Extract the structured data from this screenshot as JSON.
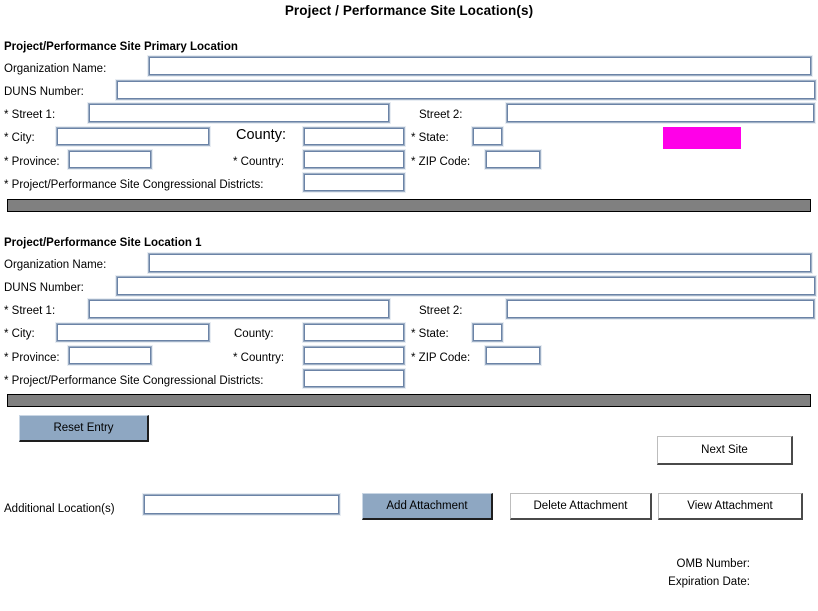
{
  "form": {
    "title": "Project / Performance Site Location(s)"
  },
  "sections": [
    {
      "heading": "Project/Performance Site Primary Location",
      "labels": {
        "organization_name": "Organization Name:",
        "duns_number": "DUNS Number:",
        "street1": "* Street 1:",
        "street2": "Street 2:",
        "city": "* City:",
        "county": "County:",
        "state": "* State:",
        "province": "* Province:",
        "country": "* Country:",
        "zip_code": "* ZIP Code:",
        "congressional_districts": "* Project/Performance Site Congressional Districts:"
      },
      "values": {
        "organization_name": "",
        "duns_number": "",
        "street1": "",
        "street2": "",
        "city": "",
        "county": "",
        "state": "",
        "province": "",
        "country": "",
        "zip_code": "",
        "congressional_districts": ""
      }
    },
    {
      "heading": "Project/Performance Site Location 1",
      "labels": {
        "organization_name": "Organization Name:",
        "duns_number": "DUNS Number:",
        "street1": "* Street 1:",
        "street2": "Street 2:",
        "city": "* City:",
        "county": "County:",
        "state": "* State:",
        "province": "* Province:",
        "country": "* Country:",
        "zip_code": "* ZIP Code:",
        "congressional_districts": "* Project/Performance Site Congressional Districts:"
      },
      "values": {
        "organization_name": "",
        "duns_number": "",
        "street1": "",
        "street2": "",
        "city": "",
        "county": "",
        "state": "",
        "province": "",
        "country": "",
        "zip_code": "",
        "congressional_districts": ""
      }
    }
  ],
  "actions": {
    "reset_entry": "Reset Entry",
    "next_site": "Next Site",
    "add_attachment": "Add Attachment",
    "delete_attachment": "Delete Attachment",
    "view_attachment": "View  Attachment"
  },
  "additional": {
    "label": "Additional Location(s)",
    "value": ""
  },
  "footer": {
    "omb_number": "OMB Number:",
    "expiration_date": "Expiration Date:"
  },
  "colors": {
    "separator_bar": "#808080",
    "highlight_block": "#ff00e8",
    "button_primary": "#8ea7c2",
    "field_border": "#6b83a6"
  }
}
